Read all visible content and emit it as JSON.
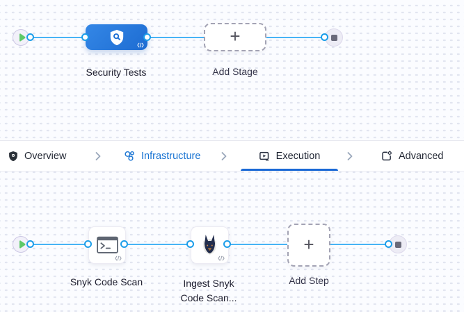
{
  "stage_pipeline": {
    "stage_label": "Security Tests",
    "add_stage_label": "Add Stage"
  },
  "tab_bar": {
    "tabs": [
      {
        "id": "overview",
        "label": "Overview",
        "selected": false
      },
      {
        "id": "infrastructure",
        "label": "Infrastructure",
        "selected": false
      },
      {
        "id": "execution",
        "label": "Execution",
        "selected": true
      },
      {
        "id": "advanced",
        "label": "Advanced",
        "selected": false
      }
    ]
  },
  "step_pipeline": {
    "step1_label": "Snyk Code Scan",
    "step2_label_line1": "Ingest Snyk",
    "step2_label_line2": "Code Scan...",
    "add_step_label": "Add Step"
  },
  "icons": {
    "plus": "+"
  },
  "colors": {
    "connector_line": "#47b3f5",
    "connector_ring_border": "#1b9de9",
    "stage_blue": "#2273d8",
    "tab_active_underline": "#1a69d6",
    "infrastructure_link": "#1873d2",
    "play_green": "#5dc968",
    "stop_gray": "#696979"
  }
}
